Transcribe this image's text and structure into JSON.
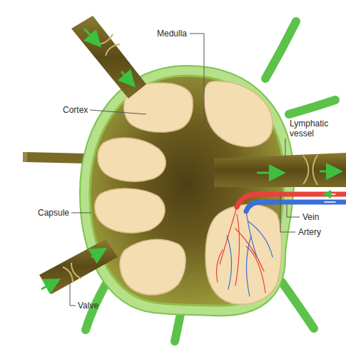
{
  "diagram": {
    "labels": [
      "Medulla",
      "Cortex",
      "Lymphatic vessel",
      "Capsule",
      "Vein",
      "Artery",
      "Valve"
    ]
  }
}
